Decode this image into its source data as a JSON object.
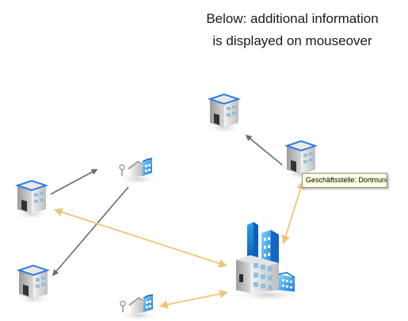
{
  "caption": {
    "line1": "Below: additional information",
    "line2": "is displayed on mouseover"
  },
  "tooltip": {
    "text": "Geschäftsstelle: Dortmund"
  },
  "colors": {
    "data_arrow": "#f0c477",
    "link_arrow": "#6b6b6b",
    "roof_blue": "#2f7ddc",
    "building_blue": "#2aa0e8"
  },
  "icons": [
    "office-building-icon",
    "house-icon",
    "headquarters-icon",
    "mailbox-icon"
  ]
}
